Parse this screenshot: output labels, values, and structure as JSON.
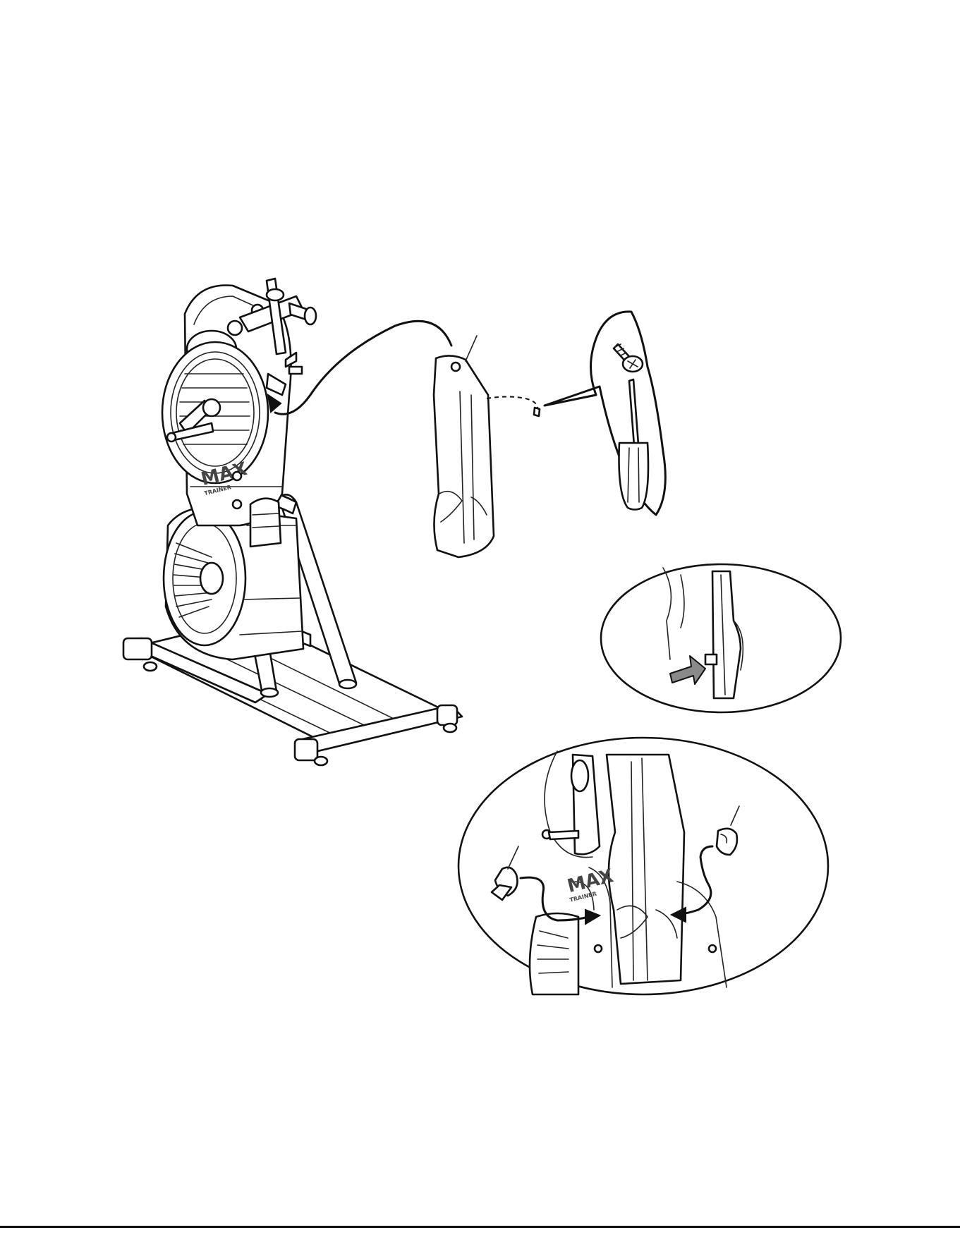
{
  "logo": {
    "mark": "MAX",
    "sub": "TRAINER"
  },
  "colors": {
    "ink": "#111111",
    "push_arrow": "#8a8a8a",
    "background": "#ffffff"
  },
  "icons": [
    "machine-illustration",
    "handle-cover-part",
    "screw-icon",
    "screwdriver-icon",
    "connector-callout",
    "cap-icon"
  ]
}
